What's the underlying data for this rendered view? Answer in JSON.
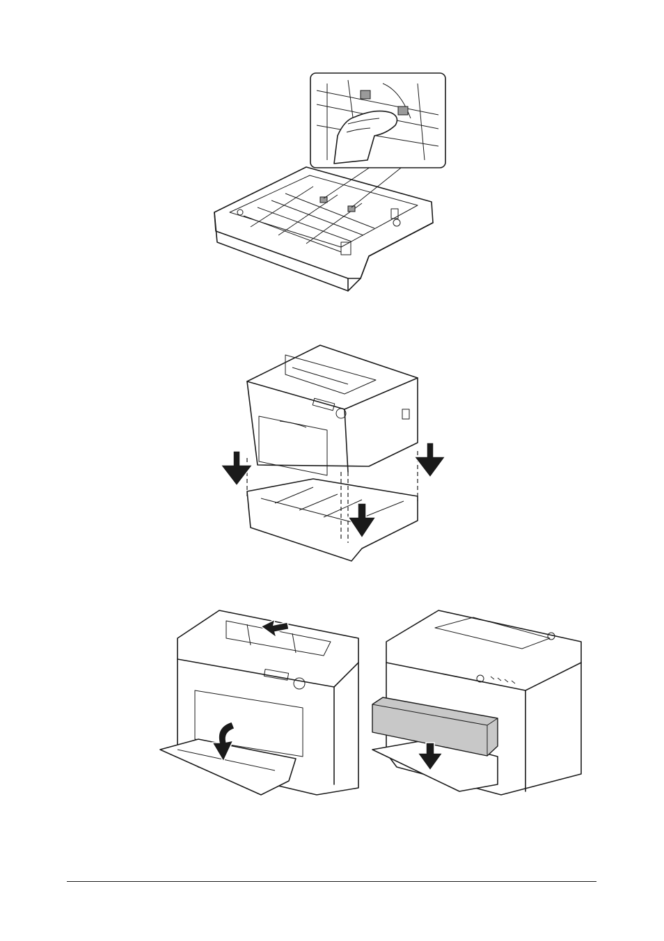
{
  "figures": [
    {
      "id": "fig-clean-rollers",
      "icon": "hand-cleaning-rollers-illustration"
    },
    {
      "id": "fig-install-tray",
      "icon": "printer-onto-lower-tray-illustration"
    },
    {
      "id": "fig-open-and-load",
      "icon": "open-tray-and-load-media-illustration"
    }
  ],
  "colors": {
    "line": "#1a1a1a",
    "paper_stack": "#c8c8c8",
    "arrow": "#1a1a1a",
    "roller": "#9a9a9a"
  }
}
